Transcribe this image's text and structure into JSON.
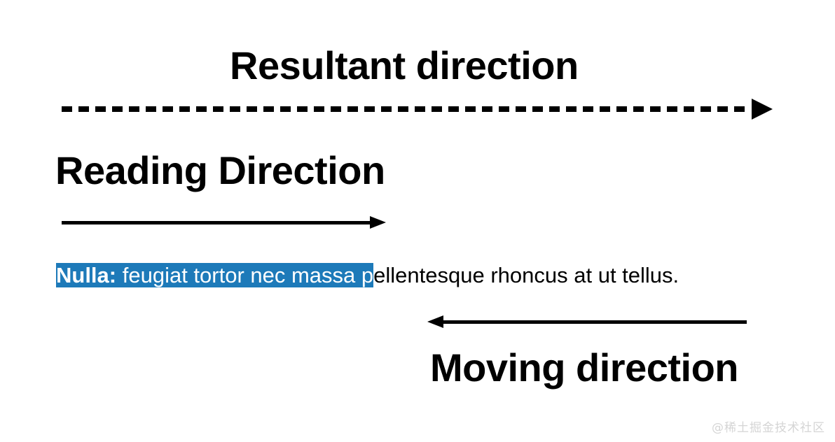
{
  "diagram": {
    "background_color": "#ffffff",
    "text_color": "#000000",
    "selection_color": "#1d7ab9",
    "selection_text_color": "#ffffff"
  },
  "labels": {
    "resultant": "Resultant direction",
    "reading": "Reading Direction",
    "moving": "Moving direction"
  },
  "arrows": {
    "resultant": {
      "style": "dashed",
      "direction": "right",
      "name": "resultant-direction-arrow"
    },
    "reading": {
      "style": "solid",
      "direction": "right",
      "name": "reading-direction-arrow"
    },
    "moving": {
      "style": "solid",
      "direction": "left",
      "name": "moving-direction-arrow"
    }
  },
  "sample_text": {
    "selected_bold": "Nulla:",
    "selected_rest": " feugiat tortor nec massa p",
    "unselected": "ellentesque rhoncus at ut tellus.",
    "full": "Nulla: feugiat tortor nec massa pellentesque rhoncus at ut tellus."
  },
  "watermark": {
    "text": "@稀土掘金技术社区"
  }
}
